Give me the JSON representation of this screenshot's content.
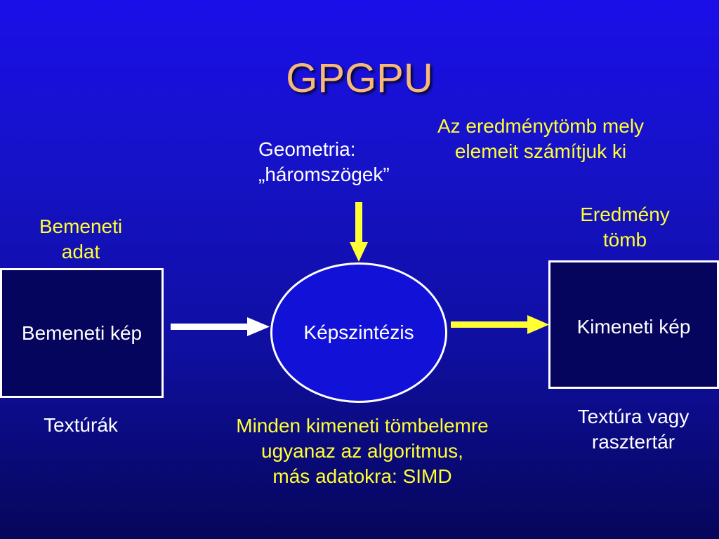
{
  "title": "GPGPU",
  "labels": {
    "result_array_note_l1": "Az eredménytömb mely",
    "result_array_note_l2": "elemeit számítjuk ki",
    "geometry_l1": "Geometria:",
    "geometry_l2": "„háromszögek”",
    "input_data_l1": "Bemeneti",
    "input_data_l2": "adat",
    "result_array_l1": "Eredmény",
    "result_array_l2": "tömb",
    "textures": "Textúrák",
    "texture_or_raster_l1": "Textúra vagy",
    "texture_or_raster_l2": "rasztertár",
    "simd_l1": "Minden kimeneti tömbelemre",
    "simd_l2": "ugyanaz az algoritmus,",
    "simd_l3": "más adatokra: SIMD"
  },
  "nodes": {
    "input_image": "Bemeneti kép",
    "synthesis": "Képszintézis",
    "output_image": "Kimeneti kép"
  },
  "colors": {
    "title": "#f7b97a",
    "highlight": "#ffff33",
    "text": "#ffffff"
  }
}
